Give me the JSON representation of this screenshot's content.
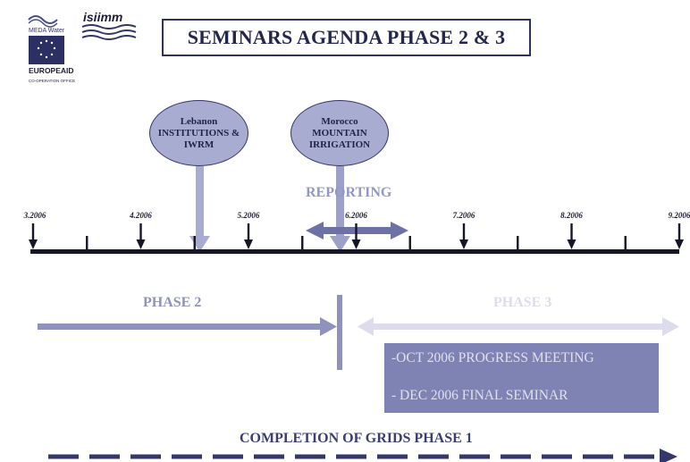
{
  "logo": {
    "meda_text": "MEDA Water",
    "isiimm_text": "isiimm",
    "europeaid_text": "EUROPEAID",
    "office_text": "CO-OPERATION OFFICE"
  },
  "title": "SEMINARS AGENDA PHASE 2 & 3",
  "bubbles": {
    "lebanon": {
      "line1": "Lebanon",
      "line2": "INSTITUTIONS &",
      "line3": "IWRM"
    },
    "morocco": {
      "line1": "Morocco",
      "line2": "MOUNTAIN",
      "line3": "IRRIGATION"
    }
  },
  "reporting": "REPORTING",
  "timeline": {
    "labels": [
      "3.2006",
      "4.2006",
      "5.2006",
      "6.2006",
      "7.2006",
      "8.2006",
      "9.2006"
    ]
  },
  "phases": {
    "phase2": "PHASE 2",
    "phase3": "PHASE 3"
  },
  "phase3_box": {
    "line1": "-OCT 2006 PROGRESS MEETING",
    "line2": "- DEC 2006 FINAL SEMINAR"
  },
  "completion": "COMPLETION OF GRIDS PHASE 1",
  "colors": {
    "dark": "#2d3162",
    "mid": "#8e92bd",
    "light": "#dcdced",
    "box": "#7f83b4"
  }
}
